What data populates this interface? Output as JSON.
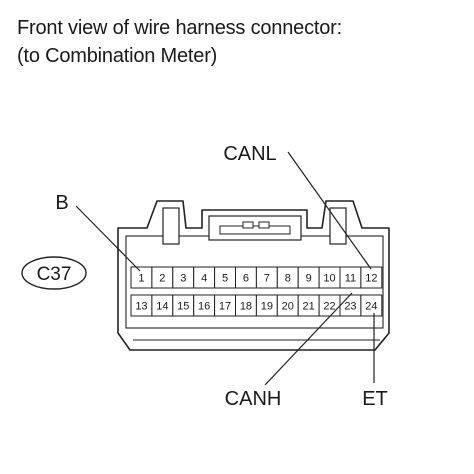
{
  "title": {
    "line1": "Front view of wire harness connector:",
    "line2": "(to Combination Meter)"
  },
  "connector": {
    "code": "C37",
    "row1_pins": [
      "1",
      "2",
      "3",
      "4",
      "5",
      "6",
      "7",
      "8",
      "9",
      "10",
      "11",
      "12"
    ],
    "row2_pins": [
      "13",
      "14",
      "15",
      "16",
      "17",
      "18",
      "19",
      "20",
      "21",
      "22",
      "23",
      "24"
    ]
  },
  "callouts": {
    "b": "B",
    "canl": "CANL",
    "canh": "CANH",
    "et": "ET"
  }
}
